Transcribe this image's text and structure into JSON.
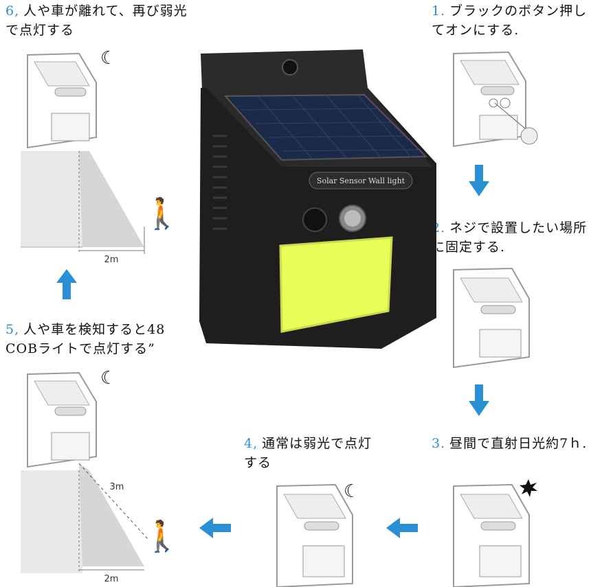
{
  "steps": [
    {
      "num": "1.",
      "text": "ブラックのボタン押してオンにする."
    },
    {
      "num": "2.",
      "text": "ネジで設置したい場所に固定する."
    },
    {
      "num": "3.",
      "text": "昼間で直射日光約7ｈ."
    },
    {
      "num": "4,",
      "text": "通常は弱光で点灯する"
    },
    {
      "num": "5,",
      "text": "人や車を検知すると48 COBライトで点灯する”"
    },
    {
      "num": "6,",
      "text": "人や車が離れて、再び弱光で点灯する"
    }
  ],
  "product": {
    "label": "Solar Sensor Wall light"
  },
  "distances": {
    "d6": "2m",
    "d5a": "3m",
    "d5b": "2m"
  },
  "colors": {
    "accent": "#2a8fd4",
    "cob": "#e8ff5a",
    "body": "#1b1b1b"
  },
  "icons": {
    "moon": "moon-icon",
    "sun": "sun-icon",
    "person": "person-icon",
    "arrow": "arrow-icon"
  }
}
